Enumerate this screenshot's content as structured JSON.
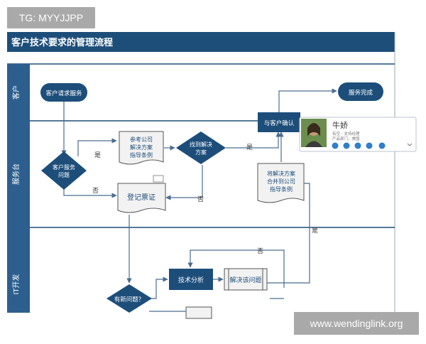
{
  "watermark_top": "TG: MYYJJPP",
  "watermark_bottom": "www.wendinglink.org",
  "diagram": {
    "title": "客户技术要求的管理流程",
    "lanes": [
      "客户",
      "服务台",
      "IT开发"
    ],
    "nodes": {
      "request": "客户请求服务",
      "done": "服务完成",
      "confirm": "与客户确认",
      "customer_issue": [
        "客户服务",
        "问题"
      ],
      "ref_solution": [
        "参考公司",
        "解决方案",
        "指导条例"
      ],
      "find_solution": [
        "找到解决",
        "方案"
      ],
      "register": "登记票证",
      "submit_solution": [
        "将解决方案",
        "合并到公司",
        "指导条例"
      ],
      "new_issue": "有新问题？",
      "tech_analysis": "技术分析",
      "resolve": "解决该问题"
    },
    "edge_labels": {
      "yes": "是",
      "no": "否"
    }
  },
  "contact_card": {
    "name": "牛娇",
    "status": "有空 - 支持经理",
    "detail": "产品部门，美国"
  },
  "colors": {
    "primary": "#1d4e7a",
    "lane_header": "#2d5f8e",
    "doc_fill": "#f2f2f2",
    "line": "#5a7fa0"
  }
}
